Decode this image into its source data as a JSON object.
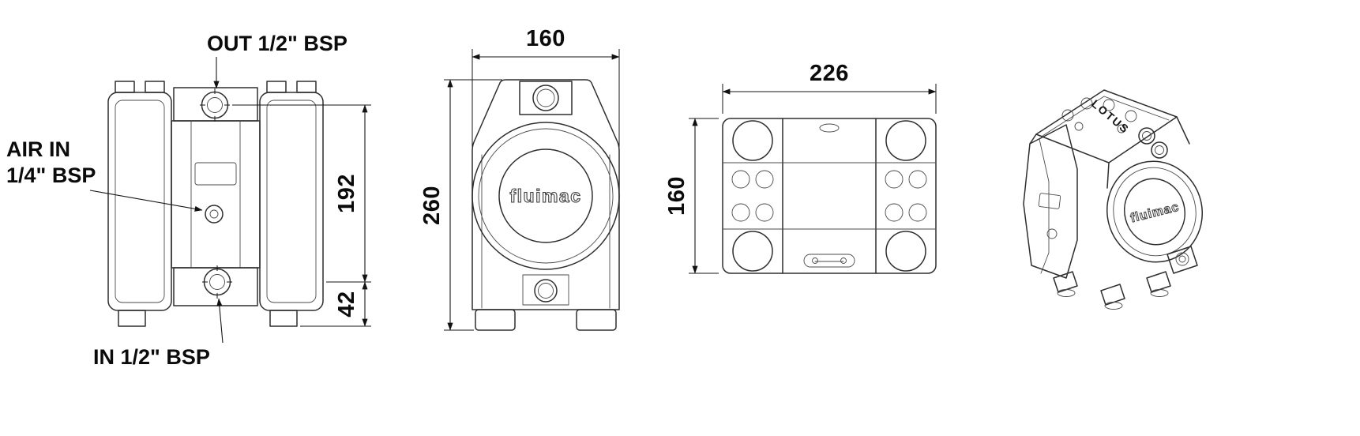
{
  "page": {
    "background": "#ffffff",
    "line_color": "#2e2e2e",
    "text_color": "#0b0b0b"
  },
  "labels": {
    "out_port": "OUT 1/2\" BSP",
    "air_in_line1": "AIR IN",
    "air_in_line2": "1/4\" BSP",
    "in_port": "IN 1/2\" BSP"
  },
  "dimensions": {
    "front_upper": "192",
    "front_lower": "42",
    "side_width": "160",
    "side_height": "260",
    "top_width": "226",
    "top_depth": "160"
  },
  "branding": {
    "logo": "fluimac",
    "model": "LOTUS"
  }
}
